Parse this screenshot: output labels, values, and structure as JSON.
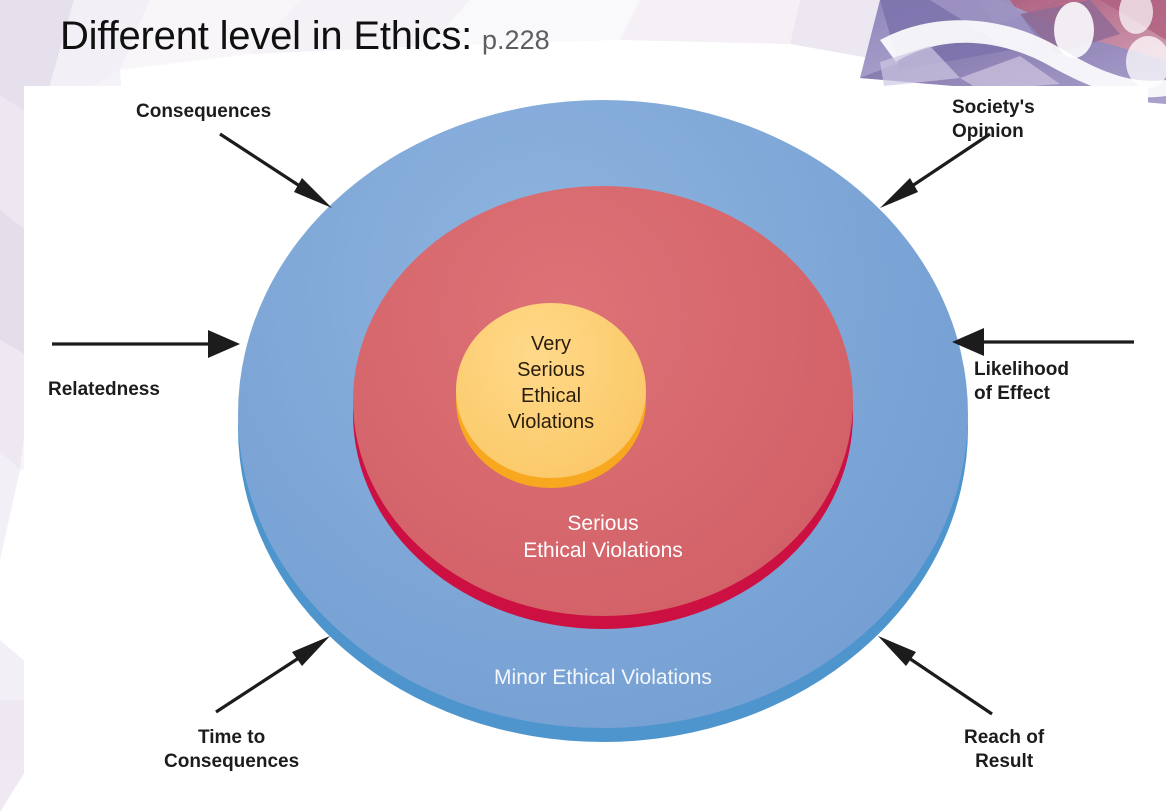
{
  "slide": {
    "title_main": "Different level in Ethics:",
    "title_page_ref": "p.228",
    "background_style": "light-lavender-polygonal"
  },
  "diagram": {
    "type": "concentric-circles",
    "rings": [
      {
        "id": "outer",
        "label": "Minor Ethical Violations",
        "fill": "#7ca5d6",
        "edge": "#2f82c4",
        "text_color": "#f3f7fc"
      },
      {
        "id": "middle",
        "label": "Serious\nEthical Violations",
        "fill": "#d5666c",
        "edge": "#cc1042",
        "text_color": "#ffffff"
      },
      {
        "id": "inner",
        "label": "Very\nSerious\nEthical\nViolations",
        "fill": "#fcce72",
        "edge": "#f8a81e",
        "text_color": "#2b1d0c"
      }
    ],
    "callouts": [
      {
        "id": "consequences",
        "label": "Consequences",
        "direction": "down-right",
        "position": "top-left"
      },
      {
        "id": "societys-opinion",
        "label": "Society's\nOpinion",
        "direction": "down-left",
        "position": "top-right"
      },
      {
        "id": "relatedness",
        "label": "Relatedness",
        "direction": "right",
        "position": "left"
      },
      {
        "id": "likelihood-of-effect",
        "label": "Likelihood\nof Effect",
        "direction": "left",
        "position": "right"
      },
      {
        "id": "time-to-consequences",
        "label": "Time to\nConsequences",
        "direction": "up-right",
        "position": "bottom-left"
      },
      {
        "id": "reach-of-result",
        "label": "Reach of\nResult",
        "direction": "up-left",
        "position": "bottom-right"
      }
    ]
  }
}
